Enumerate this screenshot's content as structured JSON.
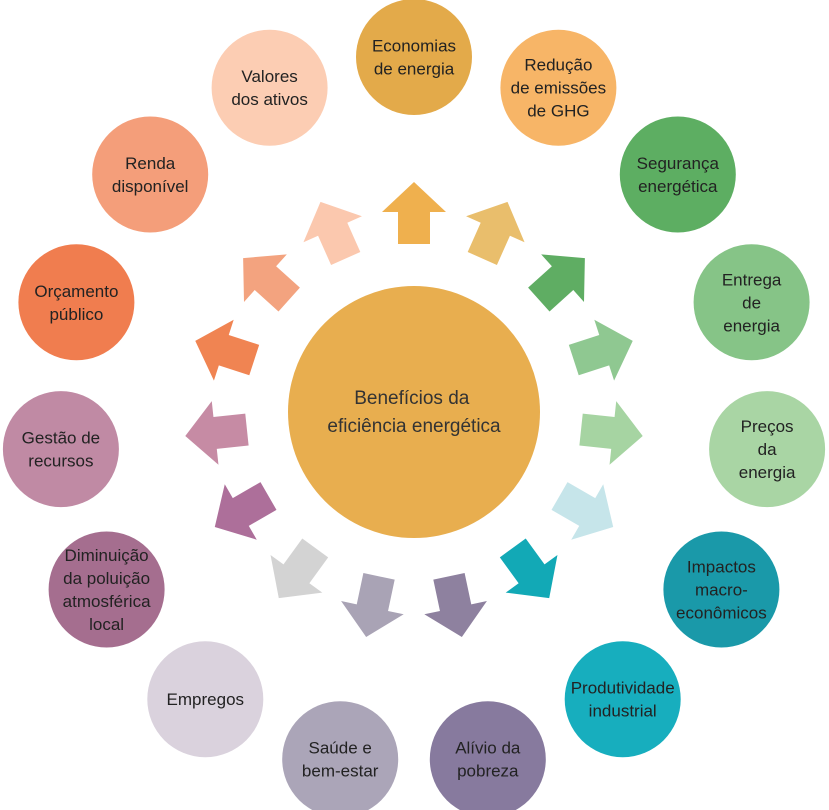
{
  "center": {
    "lines": [
      "Benefícios da",
      "eficiência energética"
    ],
    "color": "#E8AE4F"
  },
  "benefits": [
    {
      "id": "economias-de-energia",
      "lines": [
        "Economias",
        "de energia"
      ],
      "color": "#E3AA4A",
      "arrow_color": "#EFB04E"
    },
    {
      "id": "reducao-de-emissoes",
      "lines": [
        "Redução",
        "de emissões",
        "de GHG"
      ],
      "color": "#F7B567",
      "arrow_color": "#E9BE6C"
    },
    {
      "id": "seguranca-energetica",
      "lines": [
        "Segurança",
        "energética"
      ],
      "color": "#5DAE62",
      "arrow_color": "#5FAD63"
    },
    {
      "id": "entrega-de-energia",
      "lines": [
        "Entrega",
        "de",
        "energia"
      ],
      "color": "#86C487",
      "arrow_color": "#8FC891"
    },
    {
      "id": "precos-da-energia",
      "lines": [
        "Preços",
        "da",
        "energia"
      ],
      "color": "#A9D5A4",
      "arrow_color": "#A6D4A2"
    },
    {
      "id": "impactos-macroeconomicos",
      "lines": [
        "Impactos",
        "macro-",
        "econômicos"
      ],
      "color": "#1A99A9",
      "arrow_color": "#C6E5EA"
    },
    {
      "id": "produtividade-industrial",
      "lines": [
        "Produtividade",
        "industrial"
      ],
      "color": "#17AEBE",
      "arrow_color": "#12A9B6"
    },
    {
      "id": "alivio-da-pobreza",
      "lines": [
        "Alívio da",
        "pobreza"
      ],
      "color": "#877A9E",
      "arrow_color": "#8E819F"
    },
    {
      "id": "saude-e-bem-estar",
      "lines": [
        "Saúde e",
        "bem-estar"
      ],
      "color": "#ABA5B8",
      "arrow_color": "#A9A3B5"
    },
    {
      "id": "empregos",
      "lines": [
        "Empregos"
      ],
      "color": "#DAD2DD",
      "arrow_color": "#D3D3D3"
    },
    {
      "id": "diminuicao-da-poluicao",
      "lines": [
        "Diminuição",
        "da poluição",
        "atmosférica",
        "local"
      ],
      "color": "#A56E8F",
      "arrow_color": "#AD6F9A"
    },
    {
      "id": "gestao-de-recursos",
      "lines": [
        "Gestão de",
        "recursos"
      ],
      "color": "#C08AA4",
      "arrow_color": "#C68BA4"
    },
    {
      "id": "orcamento-publico",
      "lines": [
        "Orçamento",
        "público"
      ],
      "color": "#F07D4F",
      "arrow_color": "#F08452"
    },
    {
      "id": "renda-disponivel",
      "lines": [
        "Renda",
        "disponível"
      ],
      "color": "#F49E7A",
      "arrow_color": "#F3A37F"
    },
    {
      "id": "valores-dos-ativos",
      "lines": [
        "Valores",
        "dos ativos"
      ],
      "color": "#FCCDB3",
      "arrow_color": "#FBC8AE"
    }
  ]
}
